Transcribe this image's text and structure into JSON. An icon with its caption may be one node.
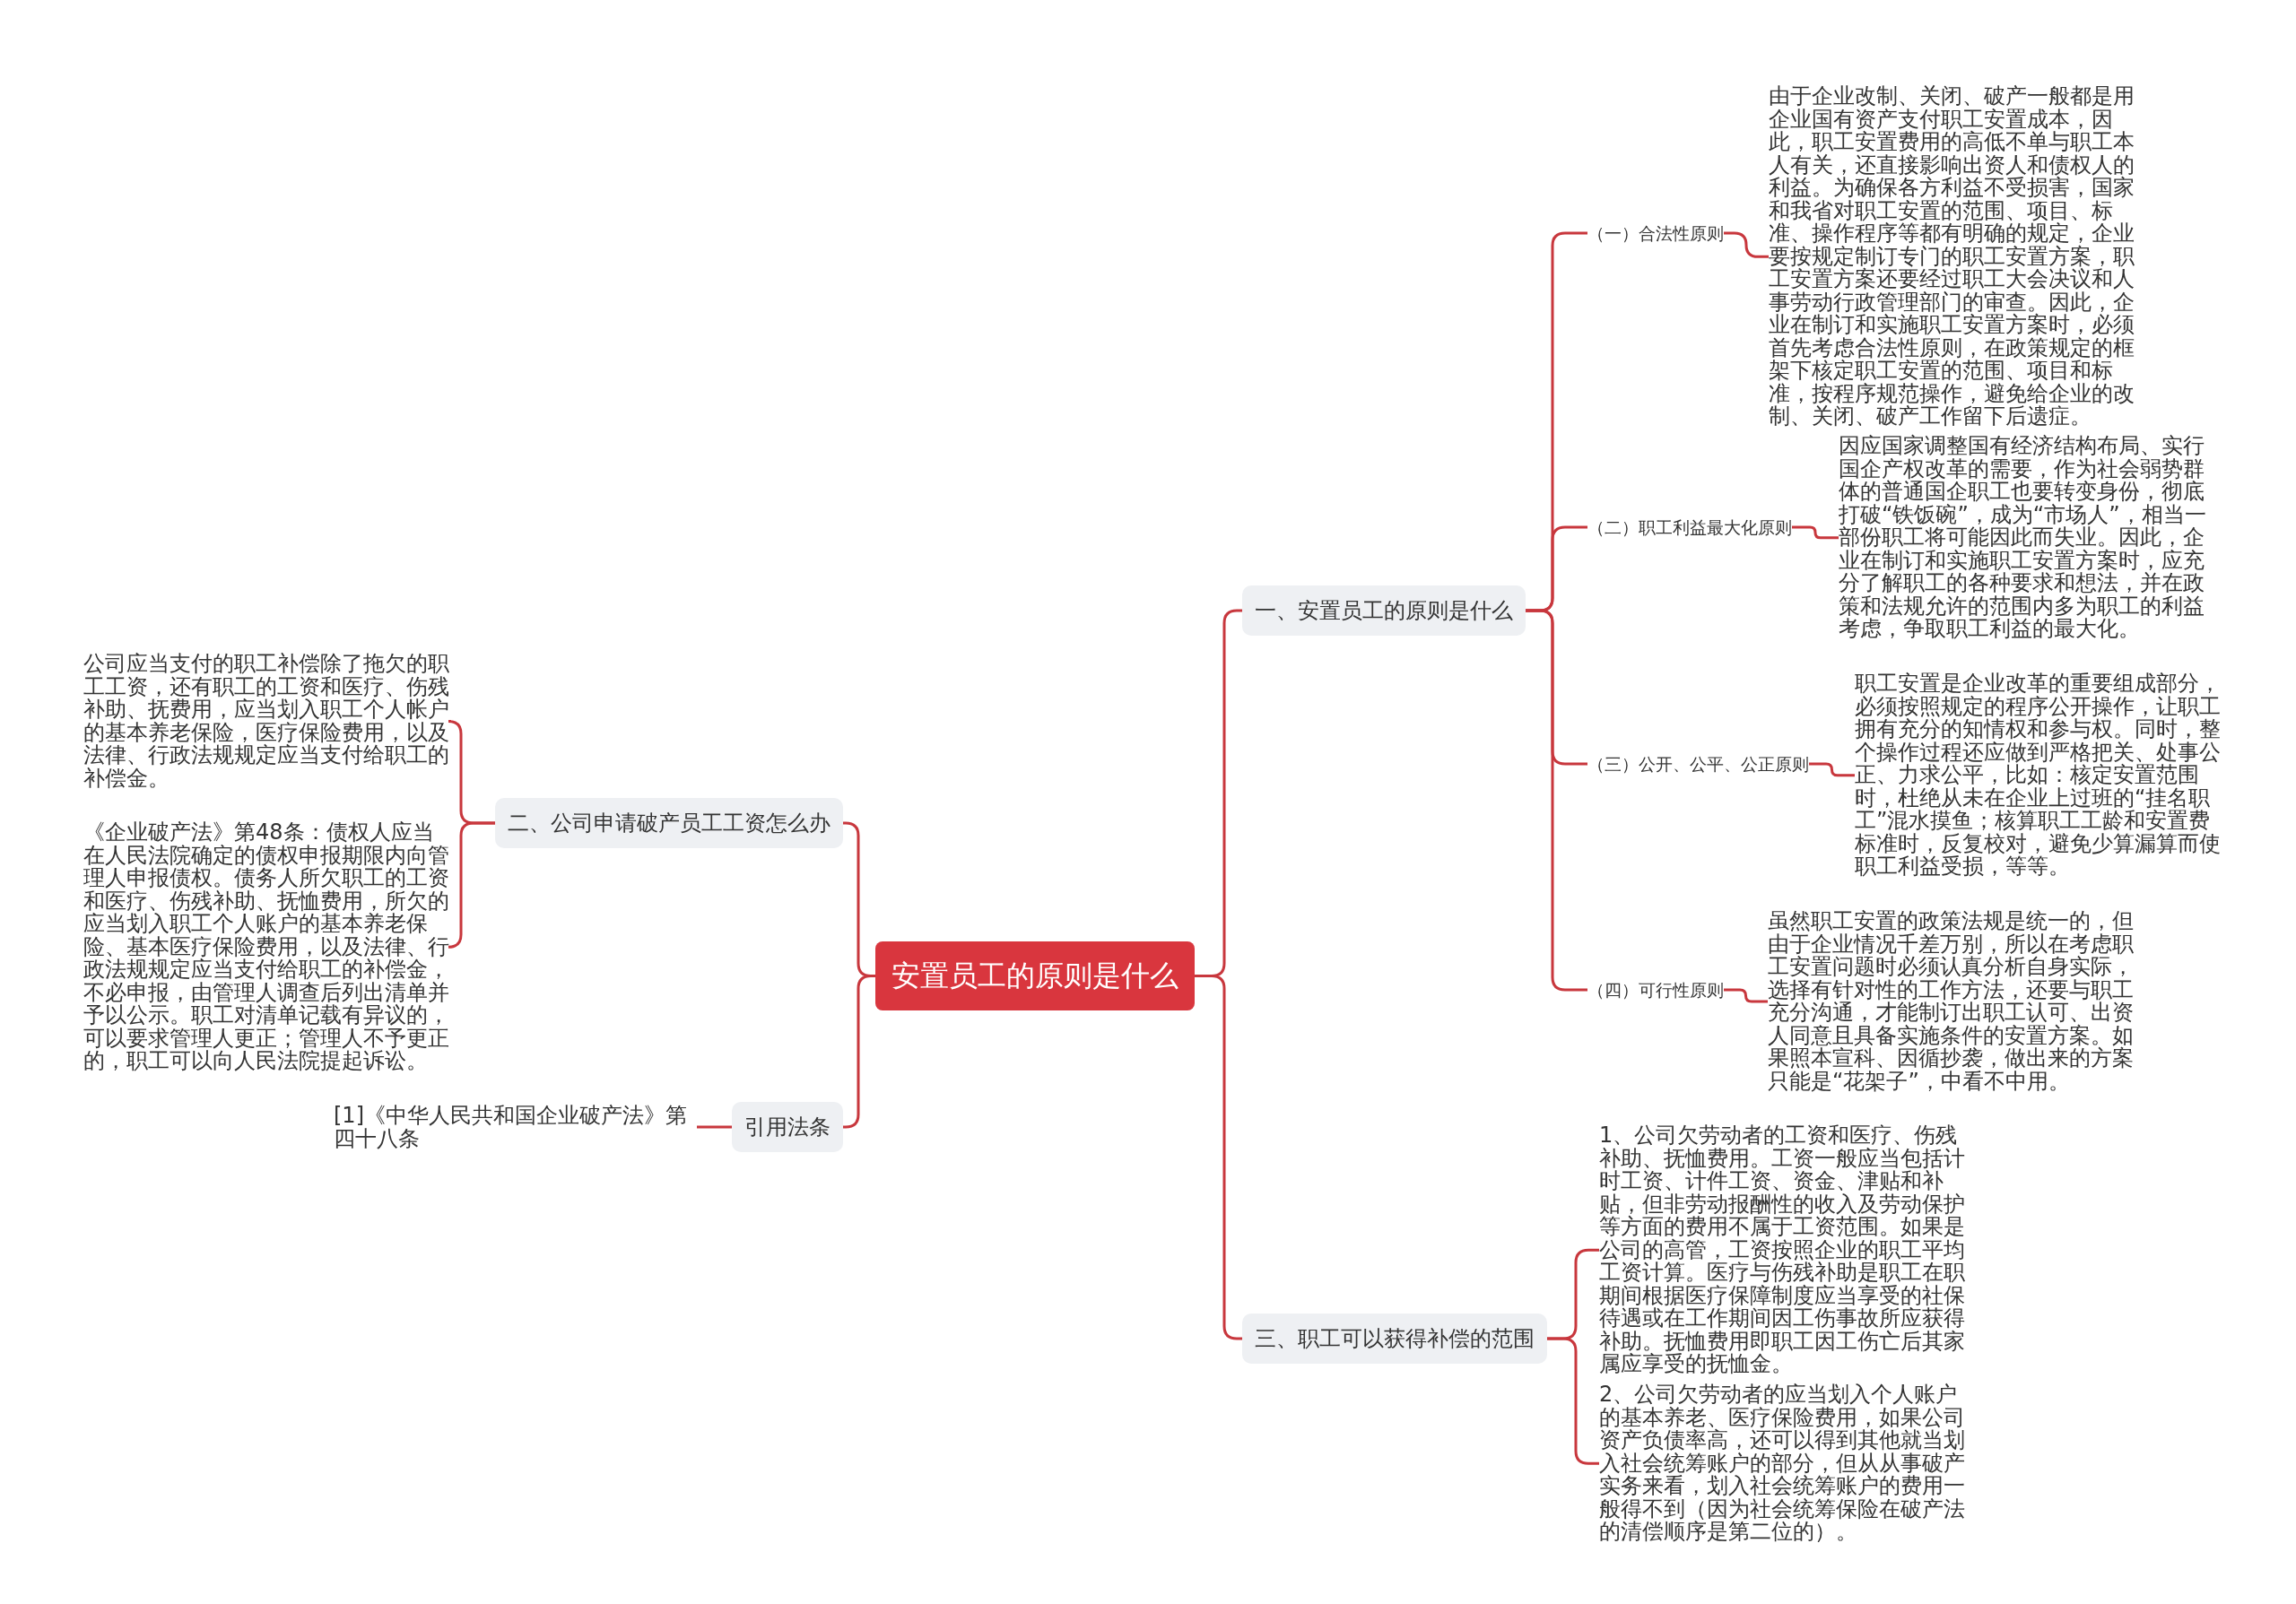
{
  "diagram": {
    "nodes": [
      {
        "text": [
          "安置员工的原则是什么"
        ]
      },
      {
        "text": [
          "一、安置员工的原则是什么"
        ]
      },
      {
        "text": [
          "（一）合法性原则"
        ]
      },
      {
        "text": [
          "由于企业改制、关闭、破产一般都是用企业国有资产支付职工安置成本，因此，职工安置费用的高低不单与职工本人有关，还直接影响出资人和债权人的利益。为确保各方利益不受损害，国家和我省对职工安置的范围、项目、标准、操作程序等都有明确的规定，企业要按规定制订专门的职工安置方案，职工安置方案还要经过职工大会决议和人事劳动行政管理部门的审查。因此，企业在制订和实施职工安置方案时，必须首先考虑合法性原则，在政策规定的框架下核定职工安置的范围、项目和标准，按程序规范操作，避免给企业的改制、关闭、破产工作留下后遗症。"
        ]
      },
      {
        "text": [
          "（二）职工利益最大化原则"
        ]
      },
      {
        "text": [
          "因应国家调整国有经济结构布局、实行国企产权改革的需要，作为社会弱势群体的普通国企职工也要转变身份，彻底打破“铁饭碗”，成为“市场人”，相当一部份职工将可能因此而失业。因此，企业在制订和实施职工安置方案时，应充分了解职工的各种要求和想法，并在政策和法规允许的范围内多为职工的利益考虑，争取职工利益的最大化。"
        ]
      },
      {
        "text": [
          "（三）公开、公平、公正原则"
        ]
      },
      {
        "text": [
          "职工安置是企业改革的重要组成部分，必须按照规定的程序公开操作，让职工拥有充分的知情权和参与权。同时，整个操作过程还应做到严格把关、处事公正、力求公平，比如：核定安置范围时，杜绝从未在企业上过班的“挂名职工”混水摸鱼；核算职工工龄和安置费标准时，反复校对，避免少算漏算而使职工利益受损，等等。"
        ]
      },
      {
        "text": [
          "（四）可行性原则"
        ]
      },
      {
        "text": [
          "虽然职工安置的政策法规是统一的，但由于企业情况千差万别，所以在考虑职工安置问题时必须认真分析自身实际，选择有针对性的工作方法，还要与职工充分沟通，才能制订出职工认可、出资人同意且具备实施条件的安置方案。如果照本宣科、因循抄袭，做出来的方案只能是“花架子”，中看不中用。"
        ]
      },
      {
        "text": [
          "三、职工可以获得补偿的范围"
        ]
      },
      {
        "text": [
          "1、公司欠劳动者的工资和医疗、伤残补助、抚恤费用。工资一般应当包括计时工资、计件工资、资金、津贴和补贴，但非劳动报酬性的收入及劳动保护等方面的费用不属于工资范围。如果是公司的高管，工资按照企业的职工平均工资计算。医疗与伤残补助是职工在职期间根据医疗保障制度应当享受的社保待遇或在工作期间因工伤事故所应获得补助。抚恤费用即职工因工伤亡后其家属应享受的抚恤金。"
        ]
      },
      {
        "text": [
          "2、公司欠劳动者的应当划入个人账户的基本养老、医疗保险费用，如果公司资产负债率高，还可以得到其他就当划入社会统筹账户的部分，但从从事破产实务来看，划入社会统筹账户的费用一般得不到（因为社会统筹保险在破产法的清偿顺序是第二位的）。"
        ]
      },
      {
        "text": [
          "二、公司申请破产员工工资怎么办"
        ]
      },
      {
        "text": [
          "公司应当支付的职工补偿除了拖欠的职工工资，还有职工的工资和医疗、伤残补助、抚费用，应当划入职工个人帐户的基本养老保险，医疗保险费用，以及法律、行政法规规定应当支付给职工的补偿金。"
        ]
      },
      {
        "text": [
          "《企业破产法》第48条：债权人应当在人民法院确定的债权申报期限内向管理人申报债权。债务人所欠职工的工资和医疗、伤残补助、抚恤费用，所欠的应当划入职工个人账户的基本养老保险、基本医疗保险费用，以及法律、行政法规规定应当支付给职工的补偿金，不必申报，由管理人调查后列出清单并予以公示。职工对清单记载有异议的，可以要求管理人更正；管理人不予更正的，职工可以向人民法院提起诉讼。"
        ]
      },
      {
        "text": [
          "引用法条"
        ]
      },
      {
        "text": [
          "[1]《中华人民共和国企业破产法》第四十八条"
        ]
      }
    ],
    "edges": [
      {
        "from": 0,
        "to": 1,
        "arrow": "none"
      },
      {
        "from": 1,
        "to": 2,
        "arrow": "none"
      },
      {
        "from": 2,
        "to": 3,
        "arrow": "none"
      },
      {
        "from": 1,
        "to": 4,
        "arrow": "none"
      },
      {
        "from": 4,
        "to": 5,
        "arrow": "none"
      },
      {
        "from": 1,
        "to": 6,
        "arrow": "none"
      },
      {
        "from": 6,
        "to": 7,
        "arrow": "none"
      },
      {
        "from": 1,
        "to": 8,
        "arrow": "none"
      },
      {
        "from": 8,
        "to": 9,
        "arrow": "none"
      },
      {
        "from": 0,
        "to": 10,
        "arrow": "none"
      },
      {
        "from": 10,
        "to": 11,
        "arrow": "none"
      },
      {
        "from": 10,
        "to": 12,
        "arrow": "none"
      },
      {
        "from": 0,
        "to": 13,
        "arrow": "none"
      },
      {
        "from": 13,
        "to": 14,
        "arrow": "none"
      },
      {
        "from": 13,
        "to": 15,
        "arrow": "none"
      },
      {
        "from": 0,
        "to": 16,
        "arrow": "none"
      },
      {
        "from": 16,
        "to": 17,
        "arrow": "none"
      }
    ]
  }
}
